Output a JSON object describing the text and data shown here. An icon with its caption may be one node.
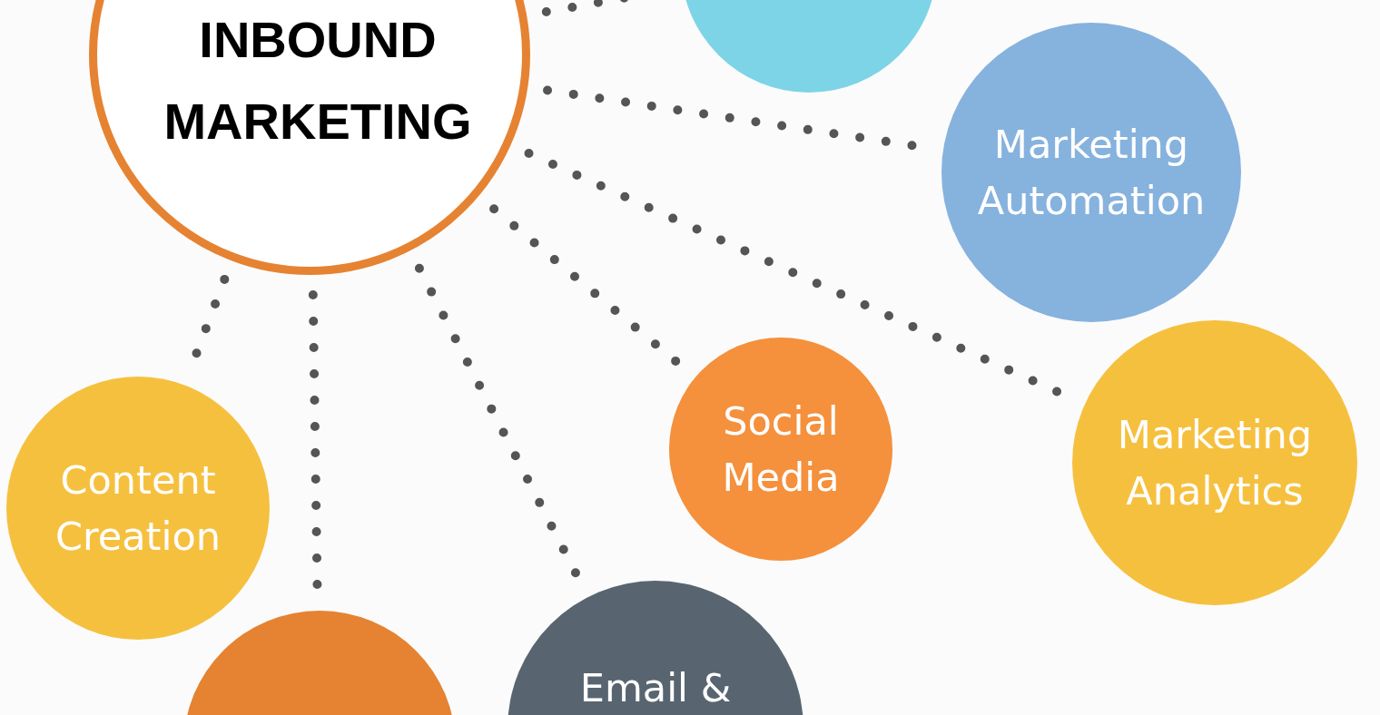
{
  "diagram": {
    "nodes": [
      {
        "text": [
          "INBOUND MARKETING"
        ]
      },
      {
        "text": [],
        "shape": "circle"
      },
      {
        "text": [
          "Marketing Automation"
        ]
      },
      {
        "text": [
          "Marketing Analytics"
        ]
      },
      {
        "text": [
          "Social Media"
        ]
      },
      {
        "text": [
          "Content Creation"
        ]
      },
      {
        "text": [],
        "shape": "circle"
      },
      {
        "text": [
          "Email &"
        ]
      }
    ],
    "edges": [
      {
        "from": 0,
        "to": 1,
        "arrow": "none"
      },
      {
        "from": 0,
        "to": 2,
        "arrow": "none"
      },
      {
        "from": 0,
        "to": 3,
        "arrow": "none"
      },
      {
        "from": 0,
        "to": 4,
        "arrow": "none"
      },
      {
        "from": 0,
        "to": 5,
        "arrow": "none"
      },
      {
        "from": 0,
        "to": 6,
        "arrow": "none"
      },
      {
        "from": 0,
        "to": 7,
        "arrow": "none"
      }
    ]
  }
}
